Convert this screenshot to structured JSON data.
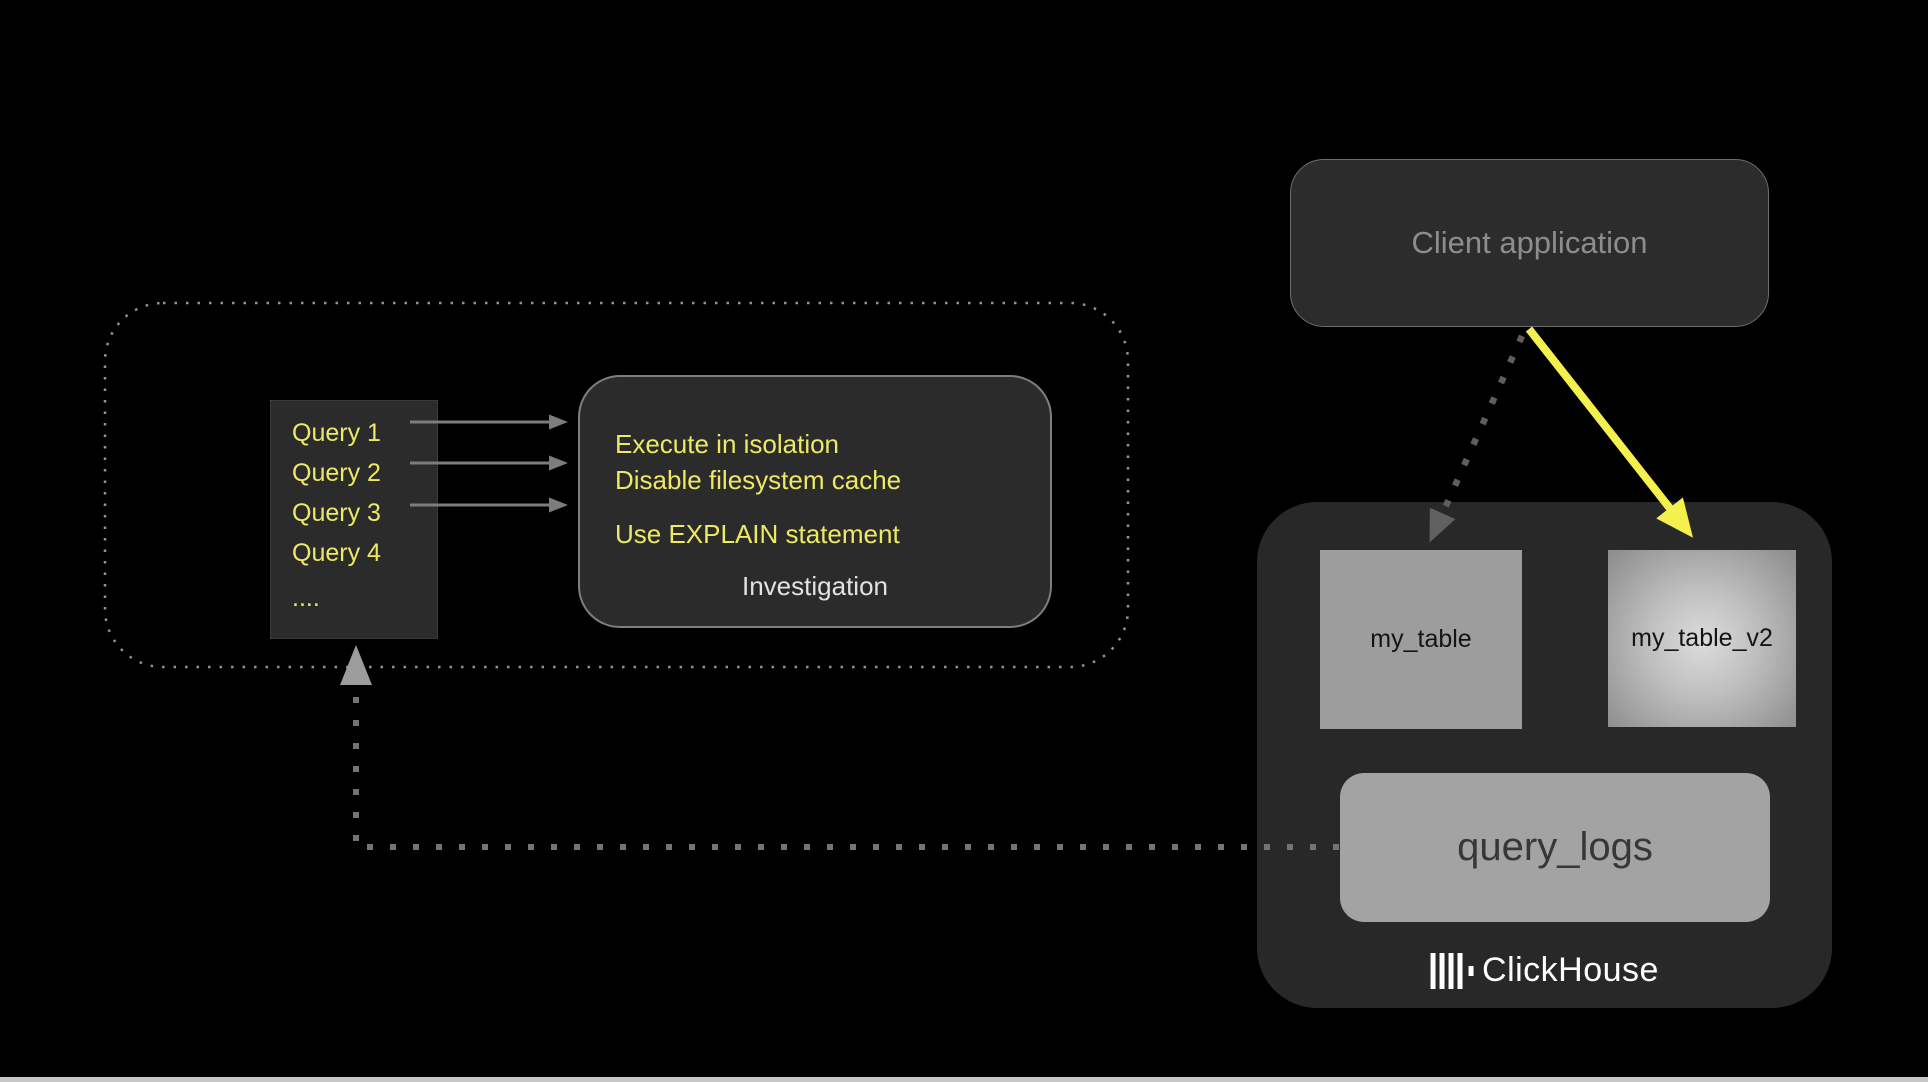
{
  "queries_panel": {
    "items": [
      "Query 1",
      "Query 2",
      "Query 3",
      "Query 4",
      "...."
    ]
  },
  "investigation": {
    "tips": [
      "Execute in isolation",
      "Disable filesystem cache",
      "Use EXPLAIN statement"
    ],
    "label": "Investigation"
  },
  "client": {
    "label": "Client application"
  },
  "clickhouse": {
    "table1": "my_table",
    "table2": "my_table_v2",
    "query_logs": "query_logs",
    "brand": "ClickHouse"
  },
  "colors": {
    "canvas": "#000000",
    "text_yellow": "#EDE964",
    "arrow_yellow": "#F4F04E",
    "box_dark": "#2b2b2b",
    "container_dark": "#282828",
    "table_gray": "#9d9d9d",
    "query_logs_gray": "#a3a3a3"
  }
}
